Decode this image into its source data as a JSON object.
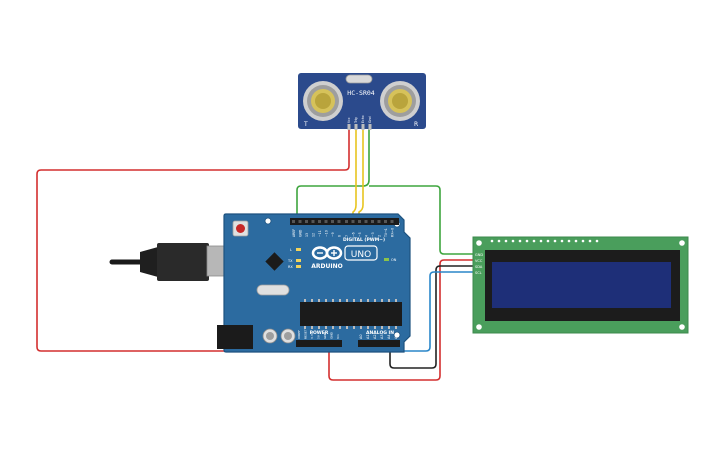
{
  "sensor": {
    "model": "HC-SR04",
    "left_mark": "T",
    "right_mark": "R",
    "pins": [
      "Vcc",
      "Trig",
      "Echo",
      "Gnd"
    ]
  },
  "arduino": {
    "logo_text": "ARDUINO",
    "model_text": "UNO",
    "on_label": "ON",
    "digital_header": "DIGITAL (PWM~)",
    "power_header": "POWER",
    "analog_header": "ANALOG IN",
    "digital_pins": [
      "AREF",
      "GND",
      "13",
      "12",
      "~11",
      "~10",
      "~9",
      "8",
      "7",
      "~6",
      "~5",
      "4",
      "~3",
      "2",
      "TX→1",
      "RX←0"
    ],
    "power_pins": [
      "IOREF",
      "RESET",
      "3.3V",
      "5V",
      "GND",
      "GND",
      "Vin"
    ],
    "analog_pins": [
      "A0",
      "A1",
      "A2",
      "A3",
      "A4",
      "A5"
    ],
    "led_labels": [
      "L",
      "TX",
      "RX"
    ]
  },
  "lcd": {
    "pins": [
      "GND",
      "VCC",
      "SDA",
      "SCL"
    ]
  },
  "colors": {
    "board": "#2c6ba0",
    "board_edge": "#1d527f",
    "lcd_pcb": "#4a9e5c",
    "lcd_screen": "#1e2f78",
    "sensor": "#2b4a8c",
    "wire_red": "#d32f2f",
    "wire_green": "#3ea53e",
    "wire_yellow": "#e8c51f",
    "wire_blue": "#2a86c9",
    "wire_black": "#222222"
  }
}
